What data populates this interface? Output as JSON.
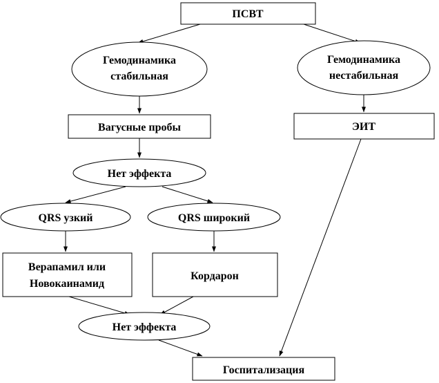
{
  "nodes": {
    "psvt": "ПСВТ",
    "stable_line1": "Гемодинамика",
    "stable_line2": "стабильная",
    "unstable_line1": "Гемодинамика",
    "unstable_line2": "нестабильная",
    "vagal": "Вагусные  пробы",
    "eit": "ЭИТ",
    "no_effect_1": "Нет эффекта",
    "qrs_narrow": "QRS узкий",
    "qrs_wide": "QRS широкий",
    "verapamil_line1": "Верапамил  или",
    "verapamil_line2": "Новокаинамид",
    "cordarone": "Кордарон",
    "no_effect_2": "Нет эффекта",
    "hospitalization": "Госпитализация"
  }
}
